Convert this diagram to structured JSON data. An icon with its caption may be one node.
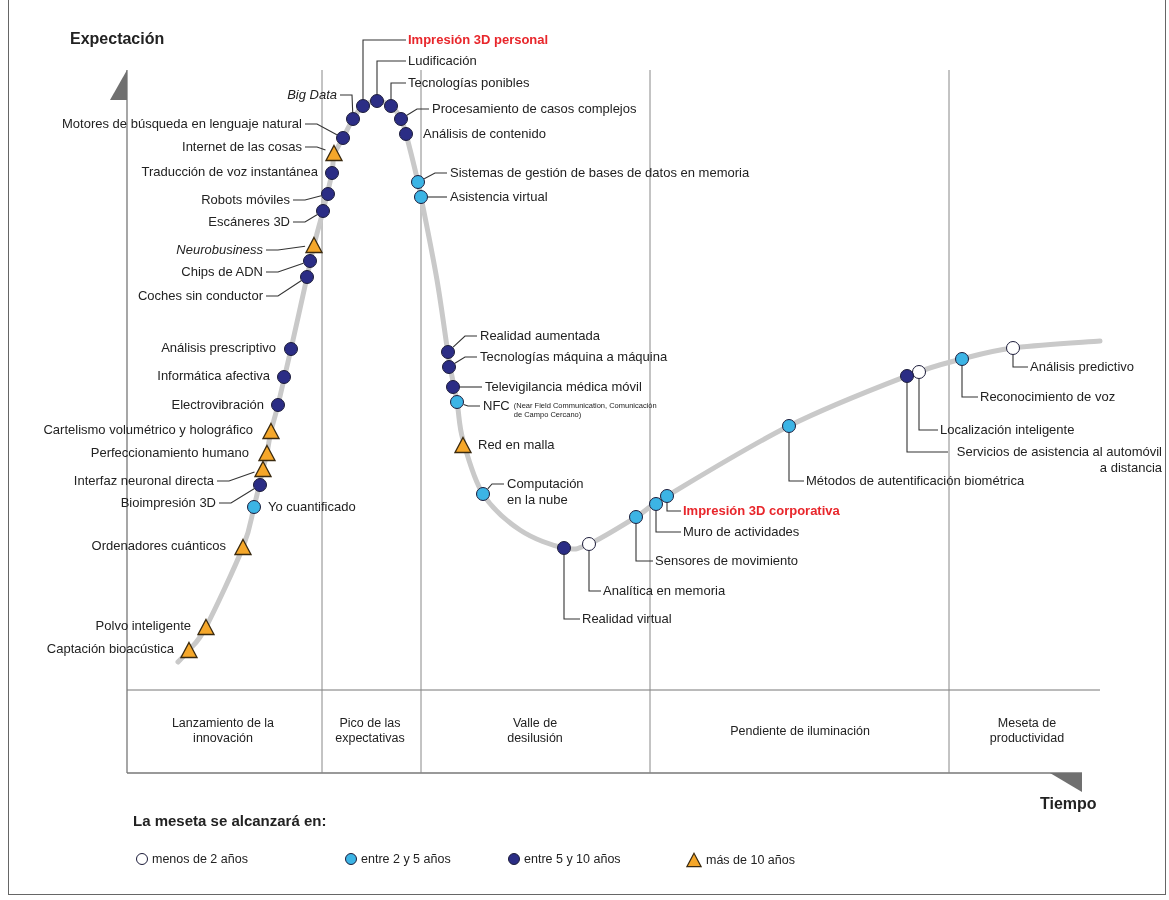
{
  "diagram": {
    "nodes": [
      {
        "text": [
          "Impresión 3D personal"
        ]
      },
      {
        "text": [],
        "shape": "circle"
      },
      {
        "text": [
          "Ludificación"
        ]
      },
      {
        "text": [],
        "shape": "circle"
      },
      {
        "text": [
          "Tecnologías ponibles"
        ]
      },
      {
        "text": [],
        "shape": "circle"
      },
      {
        "text": [
          "Big Data"
        ]
      },
      {
        "text": [],
        "shape": "circle"
      },
      {
        "text": [
          "Procesamiento de casos complejos"
        ]
      },
      {
        "text": [],
        "shape": "circle"
      },
      {
        "text": [
          "Motores de búsqueda en lenguaje natural"
        ]
      },
      {
        "text": [],
        "shape": "circle"
      },
      {
        "text": [],
        "shape": "circle",
        "beside": [
          "Análisis de contenido"
        ]
      },
      {
        "text": [
          "Internet de las cosas"
        ]
      },
      {
        "text": [],
        "shape": "triangle"
      },
      {
        "text": [],
        "shape": "circle",
        "beside": [
          "Traducción de voz instantánea"
        ]
      },
      {
        "text": [
          "Sistemas de gestión de bases de datos en memoria"
        ]
      },
      {
        "text": [],
        "shape": "circle"
      },
      {
        "text": [
          "Asistencia virtual"
        ]
      },
      {
        "text": [],
        "shape": "circle"
      },
      {
        "text": [
          "Robots móviles"
        ]
      },
      {
        "text": [],
        "shape": "circle"
      },
      {
        "text": [
          "Escáneres 3D"
        ]
      },
      {
        "text": [],
        "shape": "circle"
      },
      {
        "text": [
          "Neurobusiness"
        ]
      },
      {
        "text": [],
        "shape": "triangle"
      },
      {
        "text": [
          "Chips de ADN"
        ]
      },
      {
        "text": [],
        "shape": "circle"
      },
      {
        "text": [
          "Coches sin conductor"
        ]
      },
      {
        "text": [],
        "shape": "circle"
      },
      {
        "text": [
          "Realidad aumentada"
        ]
      },
      {
        "text": [],
        "shape": "circle"
      },
      {
        "text": [],
        "shape": "circle",
        "beside": [
          "Análisis prescriptivo"
        ]
      },
      {
        "text": [
          "Tecnologías máquina a máquina"
        ]
      },
      {
        "text": [],
        "shape": "circle"
      },
      {
        "text": [],
        "shape": "circle",
        "beside": [
          "Informática afectiva"
        ]
      },
      {
        "text": [
          "Televigilancia médica móvil"
        ]
      },
      {
        "text": [],
        "shape": "circle"
      },
      {
        "text": [],
        "shape": "circle",
        "beside": [
          "Electrovibración"
        ]
      },
      {
        "text": [
          "NFC",
          "(Near Field Communication, Comunicación de Campo Cercano)"
        ]
      },
      {
        "text": [],
        "shape": "circle"
      },
      {
        "text": [],
        "shape": "triangle",
        "beside": [
          "Cartelismo volumétrico y holográfico"
        ]
      },
      {
        "text": [],
        "shape": "triangle",
        "beside": [
          "Red en malla"
        ]
      },
      {
        "text": [],
        "shape": "triangle",
        "beside": [
          "Perfeccionamiento humano"
        ]
      },
      {
        "text": [
          "Interfaz neuronal directa"
        ]
      },
      {
        "text": [],
        "shape": "triangle"
      },
      {
        "text": [
          "Computación en la nube"
        ]
      },
      {
        "text": [],
        "shape": "circle"
      },
      {
        "text": [
          "Bioimpresión 3D"
        ]
      },
      {
        "text": [],
        "shape": "circle"
      },
      {
        "text": [],
        "shape": "circle",
        "beside": [
          "Yo cuantificado"
        ]
      },
      {
        "text": [],
        "shape": "triangle",
        "beside": [
          "Ordenadores cuánticos"
        ]
      },
      {
        "text": [],
        "shape": "triangle",
        "beside": [
          "Polvo inteligente"
        ]
      },
      {
        "text": [],
        "shape": "triangle",
        "beside": [
          "Captación bioacústica"
        ]
      },
      {
        "text": [
          "Análisis predictivo"
        ]
      },
      {
        "text": [],
        "shape": "circle"
      },
      {
        "text": [
          "Reconocimiento de voz"
        ]
      },
      {
        "text": [],
        "shape": "circle"
      },
      {
        "text": [
          "Localización inteligente"
        ]
      },
      {
        "text": [],
        "shape": "circle"
      },
      {
        "text": [
          "Servicios de asistencia al automóvil a distancia"
        ]
      },
      {
        "text": [],
        "shape": "circle"
      },
      {
        "text": [
          "Métodos de autentificación biométrica"
        ]
      },
      {
        "text": [],
        "shape": "circle"
      },
      {
        "text": [
          "Impresión 3D corporativa"
        ]
      },
      {
        "text": [],
        "shape": "circle"
      },
      {
        "text": [
          "Muro de actividades"
        ]
      },
      {
        "text": [],
        "shape": "circle"
      },
      {
        "text": [
          "Sensores de movimiento"
        ]
      },
      {
        "text": [],
        "shape": "circle"
      },
      {
        "text": [
          "Analítica en memoria"
        ]
      },
      {
        "text": [],
        "shape": "circle"
      },
      {
        "text": [
          "Realidad virtual"
        ]
      },
      {
        "text": [],
        "shape": "circle"
      }
    ],
    "edges": [
      {
        "from": 0,
        "to": 1,
        "arrow": "none"
      },
      {
        "from": 2,
        "to": 3,
        "arrow": "none"
      },
      {
        "from": 4,
        "to": 5,
        "arrow": "none"
      },
      {
        "from": 6,
        "to": 7,
        "arrow": "none"
      },
      {
        "from": 8,
        "to": 9,
        "arrow": "none"
      },
      {
        "from": 10,
        "to": 11,
        "arrow": "none"
      },
      {
        "from": 13,
        "to": 14,
        "arrow": "none"
      },
      {
        "from": 16,
        "to": 17,
        "arrow": "none"
      },
      {
        "from": 18,
        "to": 19,
        "arrow": "none"
      },
      {
        "from": 20,
        "to": 21,
        "arrow": "none"
      },
      {
        "from": 22,
        "to": 23,
        "arrow": "none"
      },
      {
        "from": 24,
        "to": 25,
        "arrow": "none"
      },
      {
        "from": 26,
        "to": 27,
        "arrow": "none"
      },
      {
        "from": 28,
        "to": 29,
        "arrow": "none"
      },
      {
        "from": 30,
        "to": 31,
        "arrow": "none"
      },
      {
        "from": 33,
        "to": 34,
        "arrow": "none"
      },
      {
        "from": 36,
        "to": 37,
        "arrow": "none"
      },
      {
        "from": 39,
        "to": 40,
        "arrow": "none"
      },
      {
        "from": 44,
        "to": 45,
        "arrow": "none"
      },
      {
        "from": 46,
        "to": 47,
        "arrow": "none"
      },
      {
        "from": 48,
        "to": 49,
        "arrow": "none"
      },
      {
        "from": 54,
        "to": 55,
        "arrow": "none"
      },
      {
        "from": 56,
        "to": 57,
        "arrow": "none"
      },
      {
        "from": 58,
        "to": 59,
        "arrow": "none"
      },
      {
        "from": 60,
        "to": 61,
        "arrow": "none"
      },
      {
        "from": 62,
        "to": 63,
        "arrow": "none"
      },
      {
        "from": 64,
        "to": 65,
        "arrow": "none"
      },
      {
        "from": 66,
        "to": 67,
        "arrow": "none"
      },
      {
        "from": 68,
        "to": 69,
        "arrow": "none"
      },
      {
        "from": 70,
        "to": 71,
        "arrow": "none"
      },
      {
        "from": 72,
        "to": 73,
        "arrow": "none"
      }
    ],
    "labels": [
      "Expectación",
      "Lanzamiento de la innovación",
      "Pico de las expectativas",
      "Valle de desilusión",
      "Pendiente de iluminación",
      "Meseta de productividad",
      "Tiempo",
      "La meseta se alcanzará en:"
    ],
    "legend": [
      {
        "text": "menos de 2 años",
        "color": "#ffffff"
      },
      {
        "text": "entre 2 y 5 años",
        "color": "#3cb4e5"
      },
      {
        "text": "entre 5 y 10 años",
        "color": "#2b2d85"
      },
      {
        "text": "más de 10 años",
        "color": "#f5a72a"
      }
    ]
  }
}
